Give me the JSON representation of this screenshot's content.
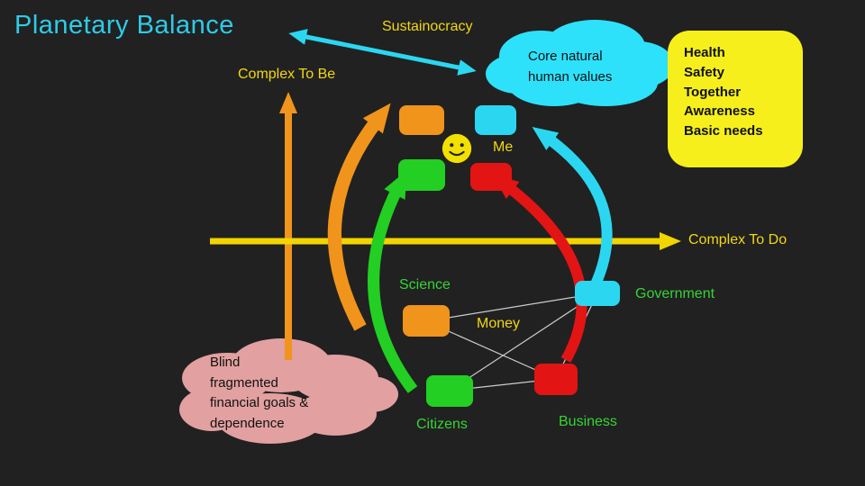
{
  "slide": {
    "title": "Planetary Balance",
    "top": {
      "sustainocracy": "Sustainocracy",
      "core_values_cloud": "Core natural\nhuman values",
      "values_card": "Health\nSafety\nTogether\nAwareness\nBasic needs"
    },
    "axis": {
      "vertical": "Complex To Be",
      "horizontal": "Complex To Do"
    },
    "center": {
      "me": "Me"
    },
    "network": {
      "science": "Science",
      "money": "Money",
      "government": "Government",
      "citizens": "Citizens",
      "business": "Business"
    },
    "bottom_cloud": "Blind\nfragmented\nfinancial goals &\ndependence",
    "icons": {
      "me_face": "smiley-face"
    },
    "colors": {
      "background": "#212121",
      "title_cyan": "#2ecbe8",
      "yellow": "#f2d713",
      "orange": "#f0941c",
      "green": "#22cf22",
      "green_label": "#35d435",
      "red": "#e31414",
      "cyan": "#2bd7f0",
      "cyan_cloud": "#2ee1fb",
      "pink_cloud": "#e2a0a0",
      "card_yellow": "#f6ef1c",
      "network_line": "#e0e0e0"
    }
  }
}
